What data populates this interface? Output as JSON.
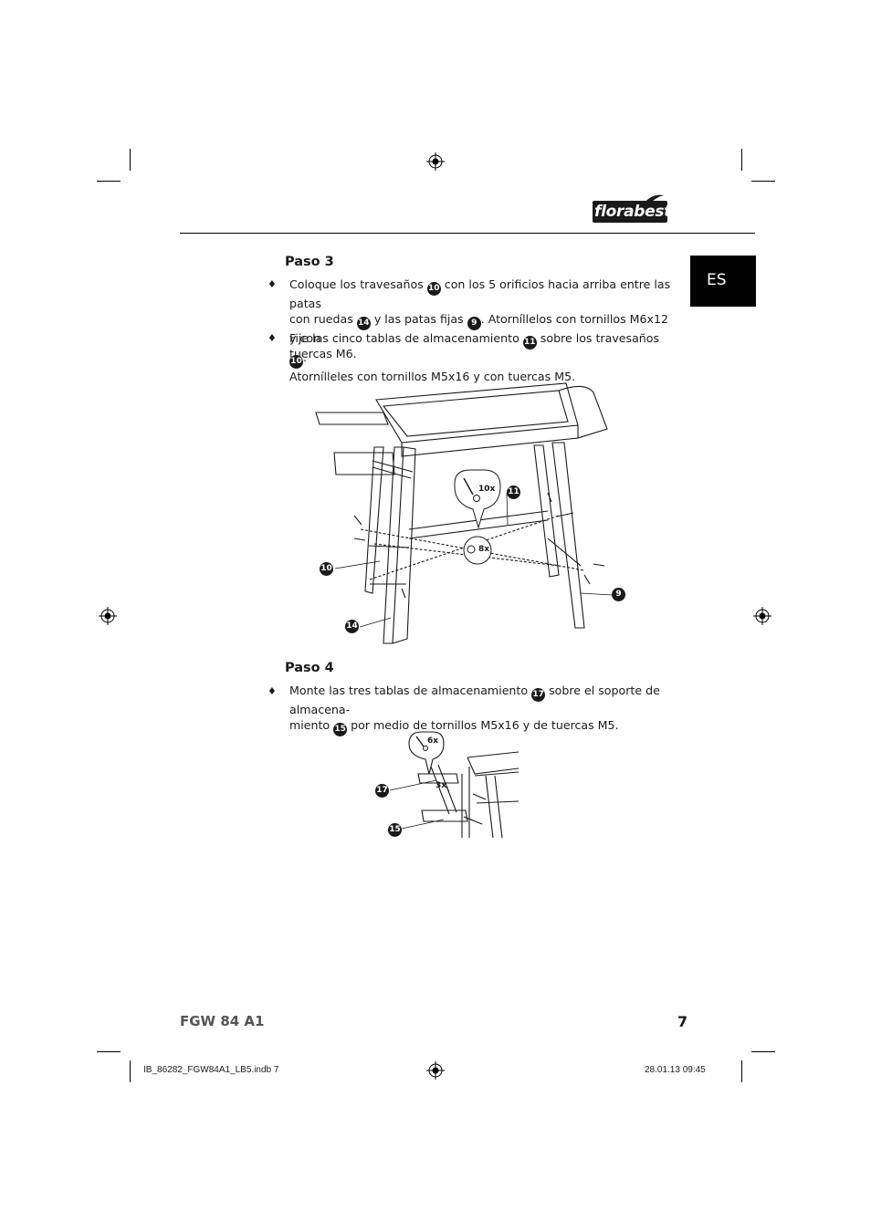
{
  "brand": {
    "logo_text": "florabest"
  },
  "language_tab": "ES",
  "step3": {
    "title": "Paso 3",
    "bullet_symbol": "♦",
    "items": [
      {
        "text_a": "Coloque los travesaños ",
        "ref_a": "10",
        "text_b": " con los 5 orificios hacia arriba entre las patas",
        "line2_a": "con ruedas ",
        "ref_b": "14",
        "line2_b": " y las patas fijas ",
        "ref_c": "9",
        "line2_c": ". Atorníllelos con tornillos M6x12 y con",
        "line3": "tuercas M6."
      },
      {
        "text_a": "Fije las cinco tablas de almacenamiento ",
        "ref_a": "11",
        "text_b": " sobre los travesaños ",
        "ref_b": "10",
        "text_c": ".",
        "line2": "Atornílleles con tornillos M5x16 y con tuercas M5."
      }
    ],
    "figure": {
      "callouts": [
        "10",
        "14",
        "11",
        "9"
      ],
      "qty_screws": "10x",
      "qty_nuts": "8x"
    }
  },
  "step4": {
    "title": "Paso 4",
    "bullet_symbol": "♦",
    "item": {
      "text_a": "Monte las tres tablas de almacenamiento ",
      "ref_a": "17",
      "text_b": " sobre el soporte de almacena-",
      "line2_a": "miento ",
      "ref_b": "15",
      "line2_b": " por medio de tornillos M5x16 y de tuercas M5."
    },
    "figure": {
      "callouts": [
        "17",
        "15"
      ],
      "qty_screws": "6x",
      "qty_boards": "3x"
    }
  },
  "footer": {
    "model": "FGW 84 A1",
    "page": "7",
    "file": "IB_86282_FGW84A1_LB5.indb   7",
    "date": "28.01.13   09:45"
  }
}
